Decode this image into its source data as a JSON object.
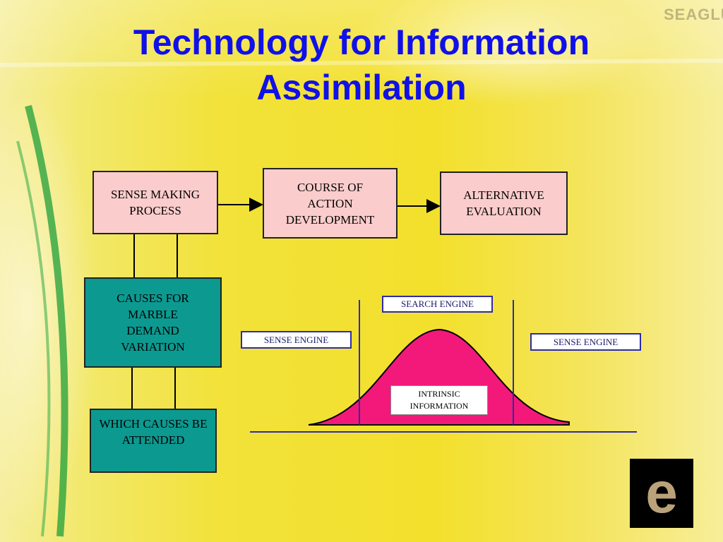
{
  "slide": {
    "title_line1": "Technology for Information",
    "title_line2": "Assimilation",
    "background_watermark": "SEAGLUE"
  },
  "flow": {
    "sense_making": "SENSE MAKING PROCESS",
    "course_of_action": "COURSE OF ACTION DEVELOPMENT",
    "alternative_evaluation": "ALTERNATIVE EVALUATION",
    "causes": "CAUSES FOR MARBLE DEMAND VARIATION",
    "which_causes": "WHICH CAUSES BE ATTENDED"
  },
  "curve_diagram": {
    "search_engine": "SEARCH ENGINE",
    "sense_engine_left": "SENSE ENGINE",
    "sense_engine_right": "SENSE ENGINE",
    "intrinsic_information": "INTRINSIC INFORMATION"
  },
  "logo": {
    "letter": "e"
  },
  "colors": {
    "title": "#1010e8",
    "pink_box": "#fbcccc",
    "teal_box": "#0c9990",
    "curve_fill": "#f2197a",
    "label_border": "#2c2ca8",
    "background_yellow": "#f3e02c"
  }
}
